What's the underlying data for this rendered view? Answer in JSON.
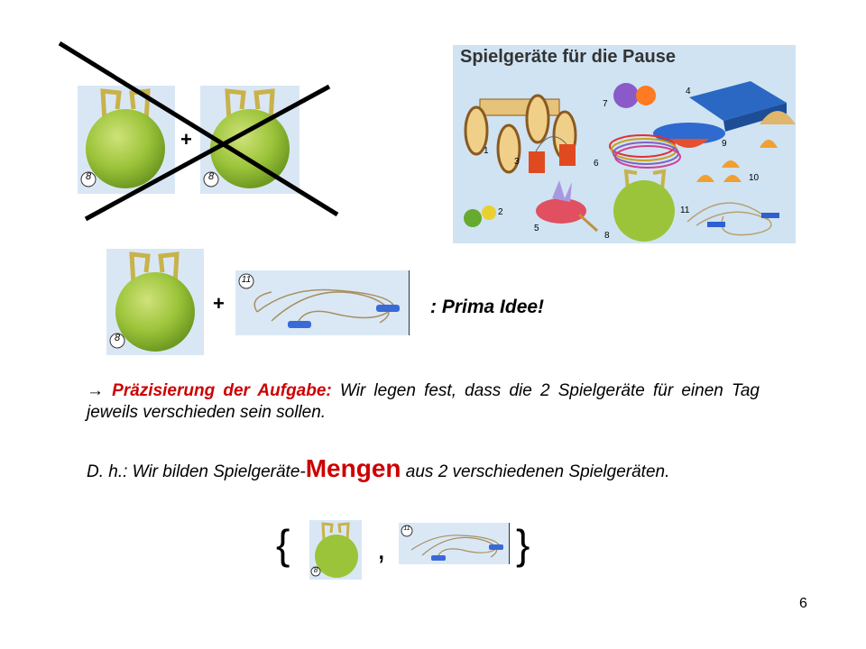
{
  "row1": {
    "ball_badge_left": "8",
    "plus": "+",
    "ball_badge_right": "8"
  },
  "equipment_picture": {
    "title": "Spielgeräte für die Pause",
    "badges": [
      "1",
      "2",
      "3",
      "4",
      "5",
      "6",
      "7",
      "8",
      "9",
      "10",
      "11"
    ]
  },
  "row2": {
    "ball_badge": "8",
    "plus": "+",
    "rope_badge": "11",
    "comment": ": Prima Idee!"
  },
  "precision": {
    "arrow": "→",
    "label": "Präzisierung der Aufgabe:",
    "text": "Wir legen fest, dass die 2 Spielgeräte für einen Tag jeweils verschieden sein sollen."
  },
  "sets": {
    "prefix": "D. h.: Wir bilden Spielgeräte-",
    "highlight": "Mengen",
    "suffix": "aus 2 verschiedenen Spielgeräten."
  },
  "set_notation": {
    "open_brace": "{",
    "comma": ",",
    "close_brace": "}",
    "ball_badge": "8",
    "rope_badge": "11"
  },
  "page_number": "6",
  "colors": {
    "highlight_red": "#cc0000",
    "ball_green": "#9cc43a",
    "card_blue": "#d9e7f5"
  }
}
